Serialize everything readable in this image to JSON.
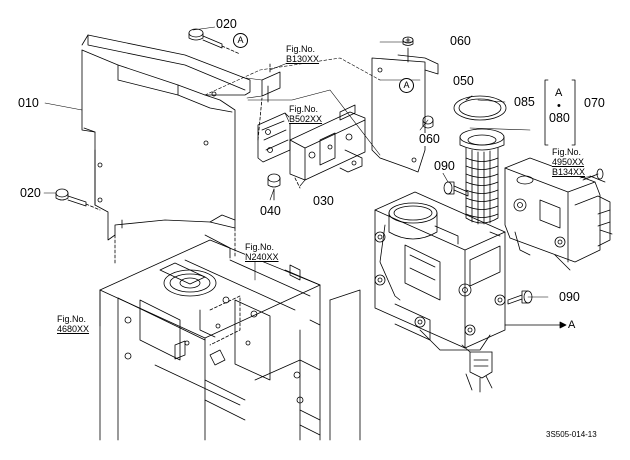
{
  "part_labels": {
    "p010": "010",
    "p020a": "020",
    "p020b": "020",
    "p030": "030",
    "p040": "040",
    "p050": "050",
    "p060a": "060",
    "p060b": "060",
    "p070": "070",
    "p080": "080",
    "p085": "085",
    "p090a": "090",
    "p090b": "090"
  },
  "fig_refs": {
    "b130": {
      "prefix": "Fig.No.",
      "number": "B130XX"
    },
    "b502": {
      "prefix": "Fig.No.",
      "number": "B502XX"
    },
    "n240": {
      "prefix": "Fig.No.",
      "number": "N240XX"
    },
    "f4680": {
      "prefix": "Fig.No.",
      "number": "4680XX"
    },
    "f4950": {
      "prefix": "Fig.No.",
      "number": "4950XX",
      "number2": "B134XX"
    }
  },
  "markers": {
    "a_circle_top": "A",
    "a_circle_bracket": "A",
    "a_bracket_letter": "A",
    "a_bracket_dot": "•",
    "a_arrow": "A"
  },
  "drawing_code": "3S505-014-13",
  "colors": {
    "ink": "#000000",
    "paper": "#ffffff"
  }
}
